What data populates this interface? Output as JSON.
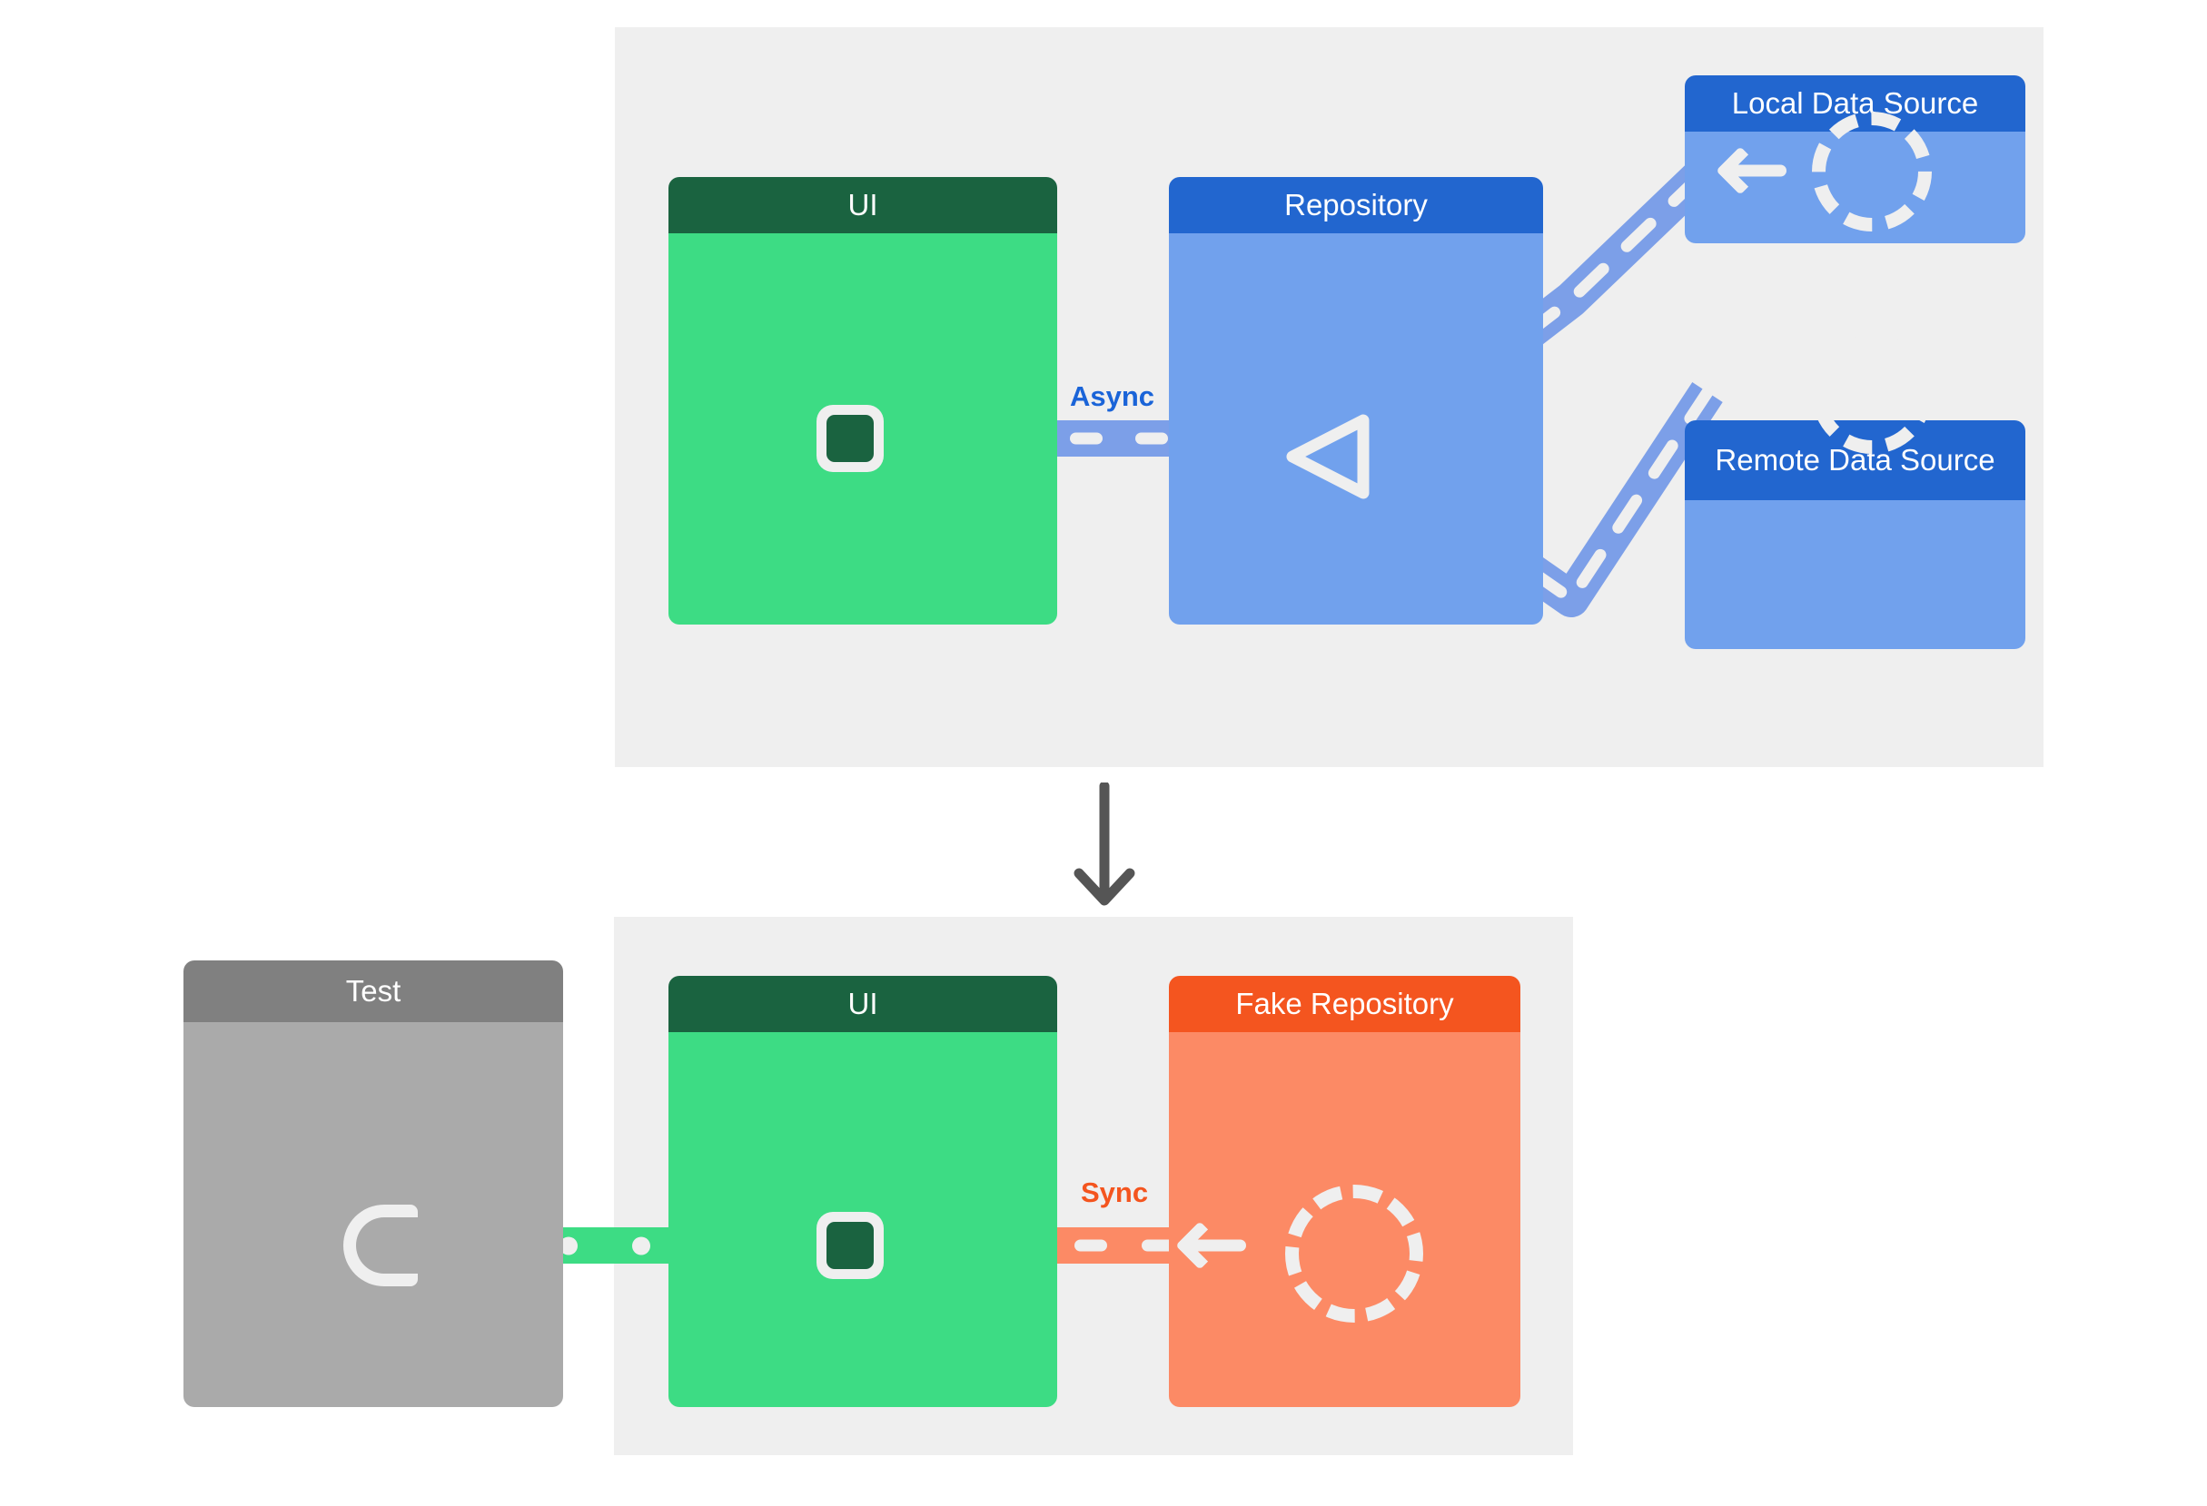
{
  "diagram": {
    "title": "Repository pattern: production vs. test with fake repository",
    "colors": {
      "panel_bg": "#efefef",
      "ui_header": "#1a6340",
      "ui_body": "#3ddc84",
      "blue_header": "#2266cf",
      "blue_body": "#71a1ed",
      "orange_header": "#f4551f",
      "orange_body": "#fc8a65",
      "gray_header": "#808080",
      "gray_body": "#aaaaaa",
      "async_label": "#1a64d8",
      "sync_label": "#f4551f",
      "flow_arrow": "#555555",
      "glyph_white": "#efefef"
    }
  },
  "production": {
    "nodes": {
      "ui": {
        "title": "UI"
      },
      "repository": {
        "title": "Repository"
      },
      "local_data_source": {
        "title": "Local Data Source"
      },
      "remote_data_source": {
        "title": "Remote Data Source"
      }
    },
    "connection_label": "Async"
  },
  "test": {
    "nodes": {
      "test": {
        "title": "Test"
      },
      "ui": {
        "title": "UI"
      },
      "fake_repository": {
        "title": "Fake Repository"
      }
    },
    "connection_label": "Sync"
  },
  "icons": {
    "port_square": "square-port-icon",
    "port_socket": "socket-port-icon",
    "merge_triangle": "merge-triangle-icon",
    "arrow_left": "arrow-left-icon",
    "dashed_circle": "dashed-circle-icon",
    "flow_arrow": "arrow-down-icon"
  }
}
